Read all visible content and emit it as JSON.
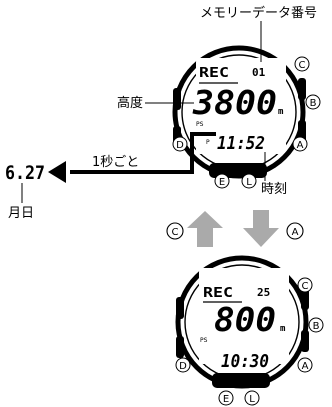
{
  "labels": {
    "memory_number": "メモリーデータ番号",
    "altitude": "高度",
    "every_second": "1秒ごと",
    "time": "時刻",
    "month_day": "月日"
  },
  "top_watch": {
    "rec": "REC",
    "memory_no": "01",
    "altitude": "3800",
    "unit": "m",
    "ps": "PS",
    "time": "11:52",
    "time_pm_mark": "P"
  },
  "bottom_watch": {
    "rec": "REC",
    "memory_no": "25",
    "altitude": "800",
    "unit": "m",
    "ps": "PS",
    "time": "10:30"
  },
  "date_display": "6.27",
  "buttons": {
    "a": "A",
    "b": "B",
    "c": "C",
    "d": "D",
    "e": "E",
    "l": "L"
  },
  "nav": {
    "left_button": "C",
    "right_button": "A"
  },
  "icons": [
    "arrow-left-icon",
    "arrow-up-icon",
    "arrow-down-icon"
  ]
}
